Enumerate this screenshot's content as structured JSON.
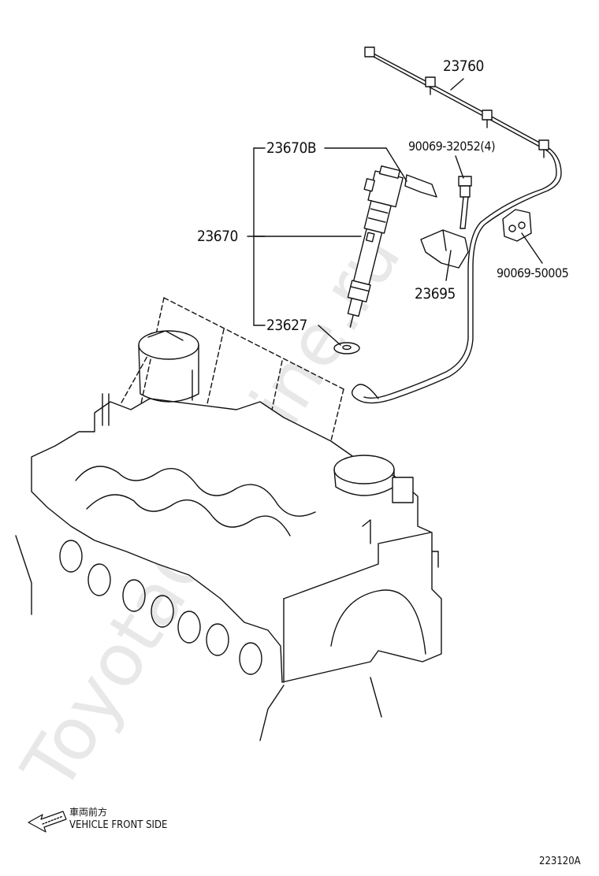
{
  "parts": {
    "p23760": "23760",
    "p23670b": "23670B",
    "p90069_32052": "90069-32052(4)",
    "p23670": "23670",
    "p90069_50005": "90069-50005",
    "p23695": "23695",
    "p23627": "23627"
  },
  "legend": {
    "jp": "車両前方",
    "en": "VEHICLE FRONT SIDE"
  },
  "figure_code": "223120A",
  "watermark": "ToyotaCarmine.ru",
  "colors": {
    "line": "#111111",
    "watermark": "#e6e6e6"
  }
}
